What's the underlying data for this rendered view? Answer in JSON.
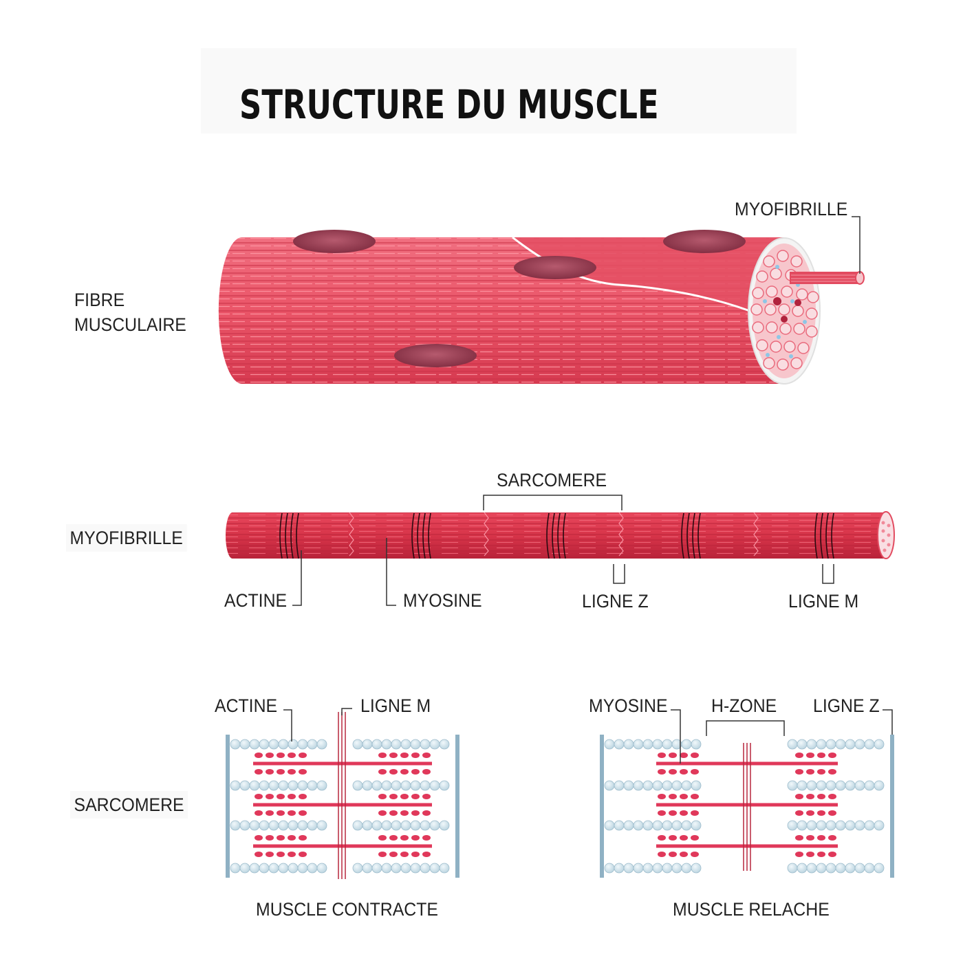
{
  "title": "STRUCTURE DU MUSCLE",
  "fiber_section": {
    "label_line1": "FIBRE",
    "label_line2": "MUSCULAIRE",
    "myofibril_callout": "MYOFIBRILLE"
  },
  "myofibril_section": {
    "label": "MYOFIBRILLE",
    "sarcomere_callout": "SARCOMERE",
    "actin_callout": "ACTINE",
    "myosin_callout": "MYOSINE",
    "zline_callout": "LIGNE Z",
    "mline_callout": "LIGNE M"
  },
  "sarcomere_section": {
    "label": "SARCOMERE",
    "contracted": {
      "caption": "MUSCLE CONTRACTE",
      "actin_callout": "ACTINE",
      "mline_callout": "LIGNE M"
    },
    "relaxed": {
      "caption": "MUSCLE RELACHE",
      "myosin_callout": "MYOSINE",
      "hzone_callout": "H-ZONE",
      "zline_callout": "LIGNE Z"
    }
  },
  "colors": {
    "muscle_red": "#e8495e",
    "muscle_light": "#f37f8e",
    "nucleus": "#8a3c4f",
    "actin_bead": "#cfe3ec",
    "z_line": "#8fb1c4",
    "myosin": "#e0385a"
  }
}
